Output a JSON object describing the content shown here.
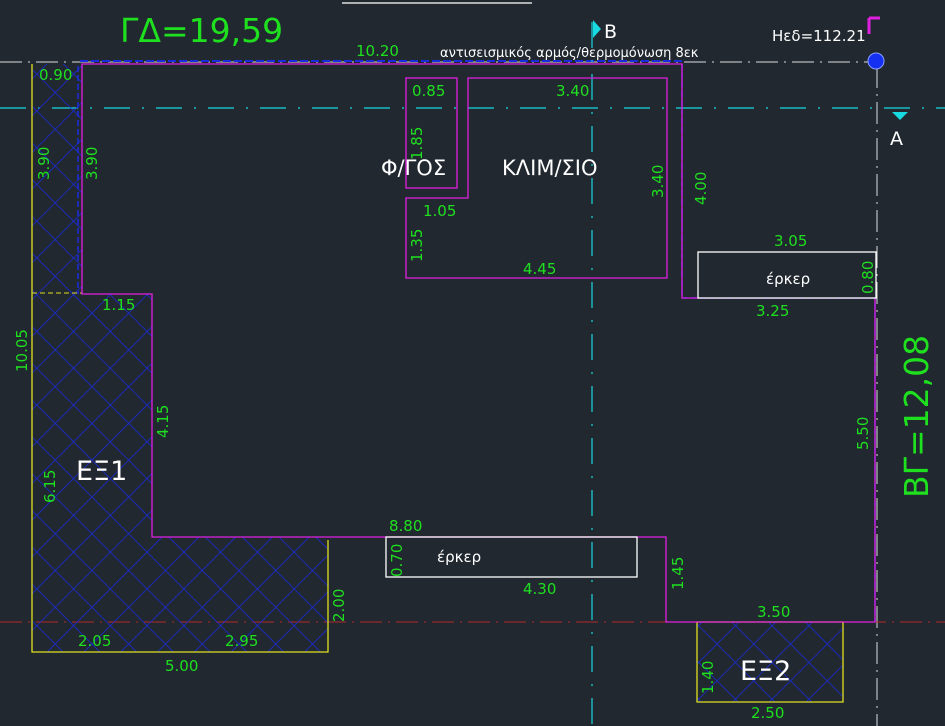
{
  "title_left": "ΓΔ=19,59",
  "title_right": "ΒΓ=12,08",
  "elevation": "Hεδ=112.21",
  "note": "αντισεισμικός αρμός/θερμομόνωση 8εκ",
  "section_marks": {
    "b": "B",
    "a": "A",
    "g": "Γ"
  },
  "rooms": {
    "wc": "Φ/ΓΟΣ",
    "stair": "ΚΛΙΜ/ΣΙΟ",
    "bay1": "έρκερ",
    "bay2": "έρκερ",
    "ex1": "ΕΞ1",
    "ex2": "ΕΞ2"
  },
  "dims": {
    "d1020": "10.20",
    "d090": "0.90",
    "d390a": "3.90",
    "d390b": "3.90",
    "d1005": "10.05",
    "d115": "1.15",
    "d415": "4.15",
    "d615": "6.15",
    "d205": "2.05",
    "d295": "2.95",
    "d500": "5.00",
    "d200": "2.00",
    "d880": "8.80",
    "d070": "0.70",
    "d430": "4.30",
    "d145": "1.45",
    "d350": "3.50",
    "d140": "1.40",
    "d250": "2.50",
    "d550": "5.50",
    "d325": "3.25",
    "d305": "3.05",
    "d080": "0.80",
    "d400": "4.00",
    "d340a": "3.40",
    "d340b": "3.40",
    "d445": "4.45",
    "d135": "1.35",
    "d105": "1.05",
    "d085": "0.85",
    "d185": "1.85"
  }
}
